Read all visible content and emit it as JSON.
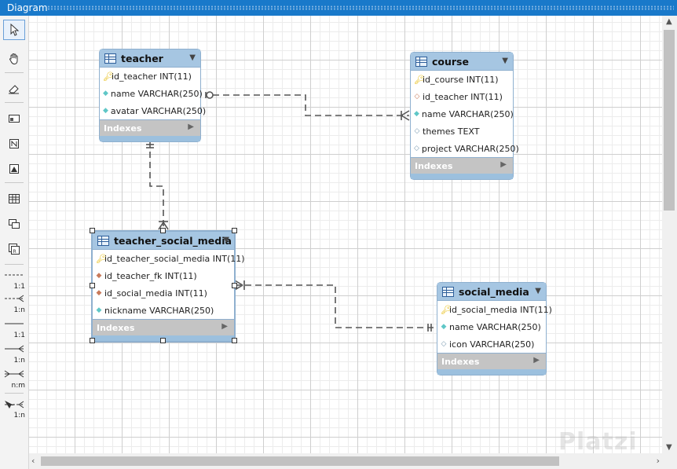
{
  "window": {
    "title": "Diagram"
  },
  "toolbar": {
    "rel_labels": [
      "1:1",
      "1:n",
      "1:1",
      "1:n",
      "n:m",
      "1:n"
    ]
  },
  "entities": {
    "teacher": {
      "name": "teacher",
      "columns": [
        {
          "icon": "key-icon",
          "text": "id_teacher INT(11)"
        },
        {
          "icon": "column-diamond-icon",
          "text": "name VARCHAR(250)"
        },
        {
          "icon": "column-diamond-icon",
          "text": "avatar VARCHAR(250)"
        }
      ],
      "indexes_label": "Indexes"
    },
    "course": {
      "name": "course",
      "columns": [
        {
          "icon": "key-icon",
          "text": "id_course INT(11)"
        },
        {
          "icon": "foreign-key-diamond-icon",
          "text": "id_teacher INT(11)"
        },
        {
          "icon": "column-diamond-icon",
          "text": "name VARCHAR(250)"
        },
        {
          "icon": "nullable-diamond-icon",
          "text": "themes TEXT"
        },
        {
          "icon": "nullable-diamond-icon",
          "text": "project VARCHAR(250)"
        }
      ],
      "indexes_label": "Indexes"
    },
    "teacher_social_media": {
      "name": "teacher_social_media",
      "columns": [
        {
          "icon": "key-icon",
          "text": "id_teacher_social_media INT(11)"
        },
        {
          "icon": "foreign-key-diamond-icon",
          "text": "id_teacher_fk INT(11)"
        },
        {
          "icon": "foreign-key-diamond-icon",
          "text": "id_social_media INT(11)"
        },
        {
          "icon": "column-diamond-icon",
          "text": "nickname VARCHAR(250)"
        }
      ],
      "indexes_label": "Indexes"
    },
    "social_media": {
      "name": "social_media",
      "columns": [
        {
          "icon": "key-icon",
          "text": "id_social_media INT(11)"
        },
        {
          "icon": "column-diamond-icon",
          "text": "name VARCHAR(250)"
        },
        {
          "icon": "nullable-diamond-icon",
          "text": "icon VARCHAR(250)"
        }
      ],
      "indexes_label": "Indexes"
    }
  },
  "watermark": "Platzi",
  "colors": {
    "titlebar": "#1979ca",
    "entity_header": "#a6c6e2",
    "indexes_bar": "#c4c4c4",
    "key": "#e6b800",
    "column_diamond": "#5fc7c7",
    "fk_diamond": "#c87a5a"
  }
}
